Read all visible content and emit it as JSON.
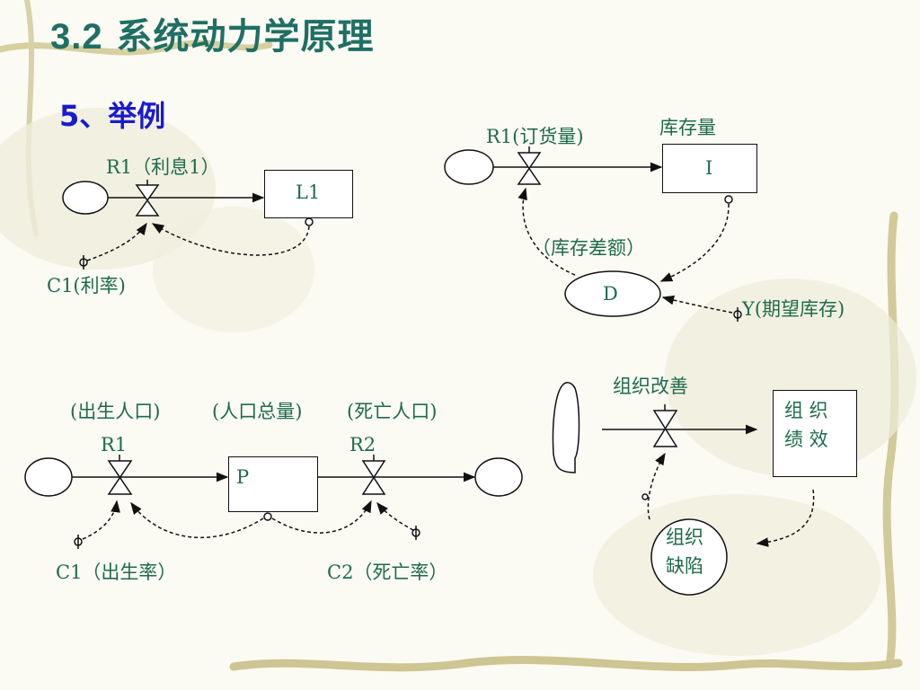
{
  "title_num": "3.2",
  "title_text": " 系统动力学原理",
  "subtitle": "5、举例",
  "example1": {
    "rate": "R1（利息1）",
    "level": "L1",
    "aux": "C1(利率)"
  },
  "example2": {
    "rate": "R1(订货量)",
    "level_title": "库存量",
    "level": "I",
    "gap_label": "（库存差额）",
    "aux": "D",
    "goal": "Y(期望库存)"
  },
  "example3": {
    "in_name": "(出生人口)",
    "level_name": "(人口总量)",
    "out_name": "(死亡人口)",
    "rate_in": "R1",
    "rate_out": "R2",
    "level": "P",
    "aux_in": "C1（出生率）",
    "aux_out": "C2（死亡率）"
  },
  "example4": {
    "rate": "组织改善",
    "level_line1": "组  织",
    "level_line2": "绩  效",
    "aux_line1": "组织",
    "aux_line2": "缺陷"
  },
  "colors": {
    "title": "#1f6f63",
    "subtitle": "#1a1ad0",
    "label": "#1e6b4d"
  }
}
